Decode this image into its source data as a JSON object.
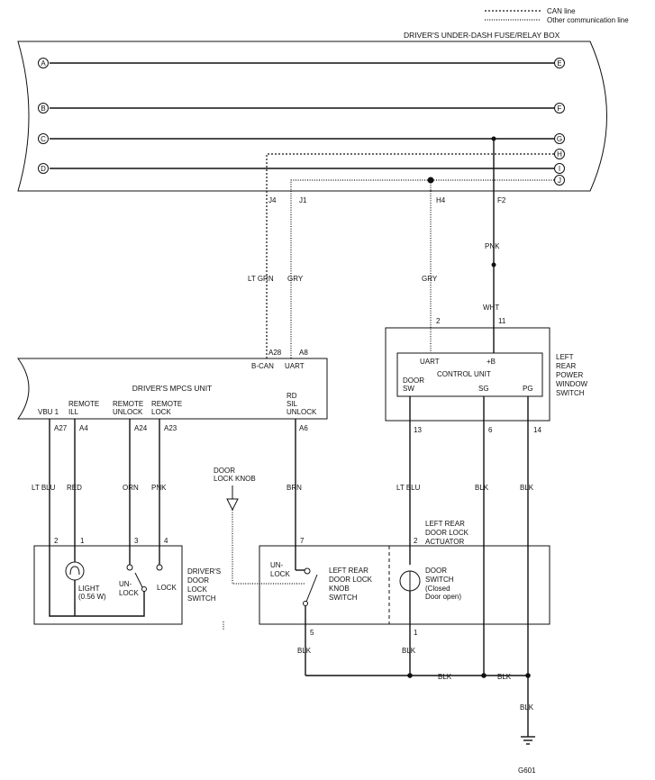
{
  "legend": {
    "can_line": "CAN line",
    "other_line": "Other communication line"
  },
  "fuse_box": {
    "title": "DRIVER'S UNDER-DASH FUSE/RELAY BOX",
    "circuits": [
      {
        "left": "A",
        "right": "E"
      },
      {
        "left": "B",
        "right": "F"
      },
      {
        "left": "C",
        "right": "G"
      },
      {
        "left": "D",
        "right": "I"
      }
    ],
    "extra_terminals": [
      "H",
      "J"
    ],
    "pins": {
      "j4": "J4",
      "j1": "J1",
      "h4": "H4",
      "f2": "F2"
    }
  },
  "wires": {
    "lt_grn": "LT GRN",
    "gry_a": "GRY",
    "gry_b": "GRY",
    "pnk_top": "PNK",
    "wht": "WHT",
    "lt_blu_left": "LT BLU",
    "red": "RED",
    "orn": "ORN",
    "pnk_left": "PNK",
    "brn": "BRN",
    "lt_blu_right": "LT BLU",
    "blk_sg": "BLK",
    "blk_pg": "BLK",
    "blk_5": "BLK",
    "blk_1": "BLK",
    "blk_bus_a": "BLK",
    "blk_bus_b": "BLK",
    "blk_ground": "BLK"
  },
  "mpcs": {
    "title": "DRIVER'S MPCS UNIT",
    "pin_a28": "A28",
    "label_bcan": "B-CAN",
    "pin_a8": "A8",
    "label_uart": "UART",
    "vbu": "VBU 1",
    "remote_ill": [
      "REMOTE",
      "ILL"
    ],
    "remote_unlock": [
      "REMOTE",
      "UNLOCK"
    ],
    "remote_lock": [
      "REMOTE",
      "LOCK"
    ],
    "rd_sil_unlock": [
      "RD",
      "SIL",
      "UNLOCK"
    ],
    "pins": {
      "a27": "A27",
      "a4": "A4",
      "a24": "A24",
      "a23": "A23",
      "a6": "A6"
    }
  },
  "window_switch": {
    "title": [
      "LEFT",
      "REAR",
      "POWER",
      "WINDOW",
      "SWITCH"
    ],
    "control_unit": "CONTROL UNIT",
    "uart": "UART",
    "plus_b": "+B",
    "door_sw": [
      "DOOR",
      "SW"
    ],
    "sg": "SG",
    "pg": "PG",
    "pins": {
      "p2": "2",
      "p11": "11",
      "p13": "13",
      "p6": "6",
      "p14": "14"
    }
  },
  "door_lock_switch": {
    "title": [
      "DRIVER'S",
      "DOOR",
      "LOCK",
      "SWITCH"
    ],
    "light": [
      "LIGHT",
      "(0.56 W)"
    ],
    "unlock": [
      "UN-",
      "LOCK"
    ],
    "lock": "LOCK",
    "pins": {
      "p2": "2",
      "p1": "1",
      "p3": "3",
      "p4": "4"
    }
  },
  "door_lock_knob": [
    "DOOR",
    "LOCK KNOB"
  ],
  "knob_switch": {
    "title": [
      "LEFT REAR",
      "DOOR LOCK",
      "KNOB",
      "SWITCH"
    ],
    "unlock": [
      "UN-",
      "LOCK"
    ],
    "pins": {
      "p7": "7",
      "p5": "5"
    }
  },
  "actuator": {
    "title": [
      "LEFT REAR",
      "DOOR LOCK",
      "ACTUATOR"
    ],
    "door_switch": [
      "DOOR",
      "SWITCH",
      "(Closed",
      "Door open)"
    ],
    "pins": {
      "p2": "2",
      "p1": "1"
    }
  },
  "ground": "G601"
}
